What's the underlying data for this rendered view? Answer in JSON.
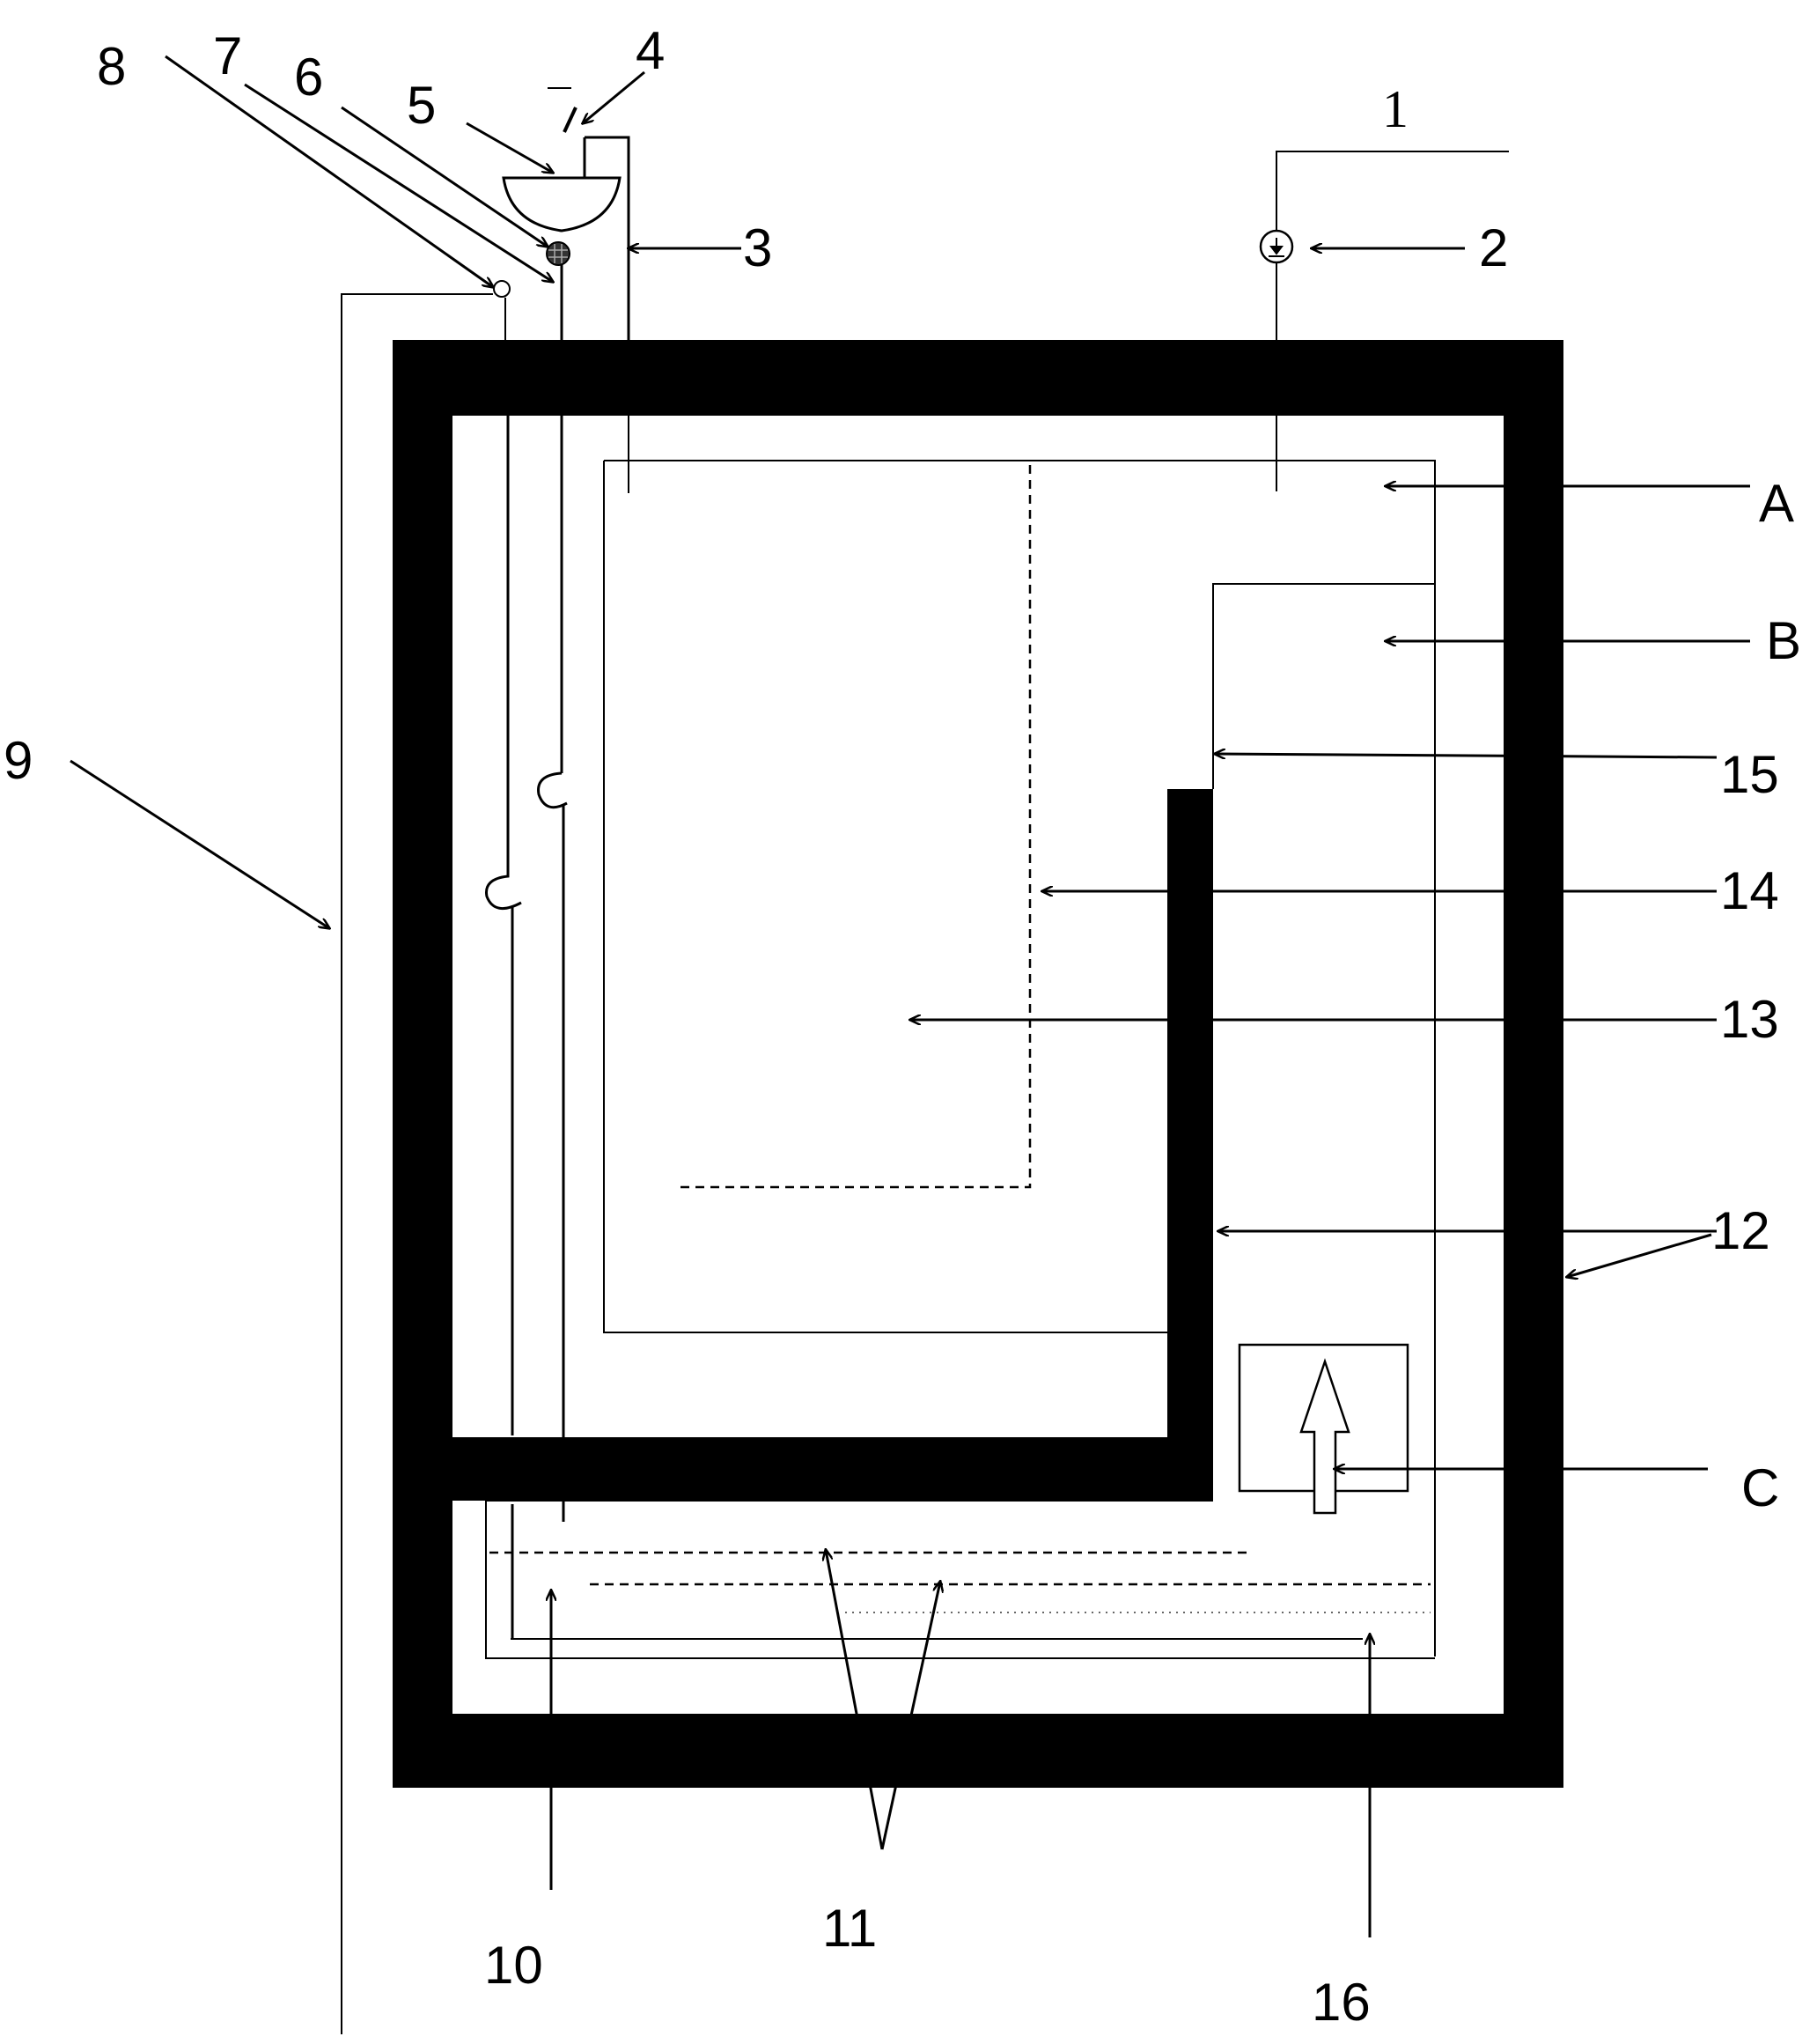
{
  "figure": {
    "labels": {
      "l1": "1",
      "l2": "2",
      "l3": "3",
      "l4": "4",
      "l5": "5",
      "l6": "6",
      "l7": "7",
      "l8": "8",
      "l9": "9",
      "l10": "10",
      "l11": "11",
      "l12": "12",
      "l13": "13",
      "l14": "14",
      "l15": "15",
      "l16": "16",
      "lA": "A",
      "lB": "B",
      "lC": "C"
    }
  }
}
